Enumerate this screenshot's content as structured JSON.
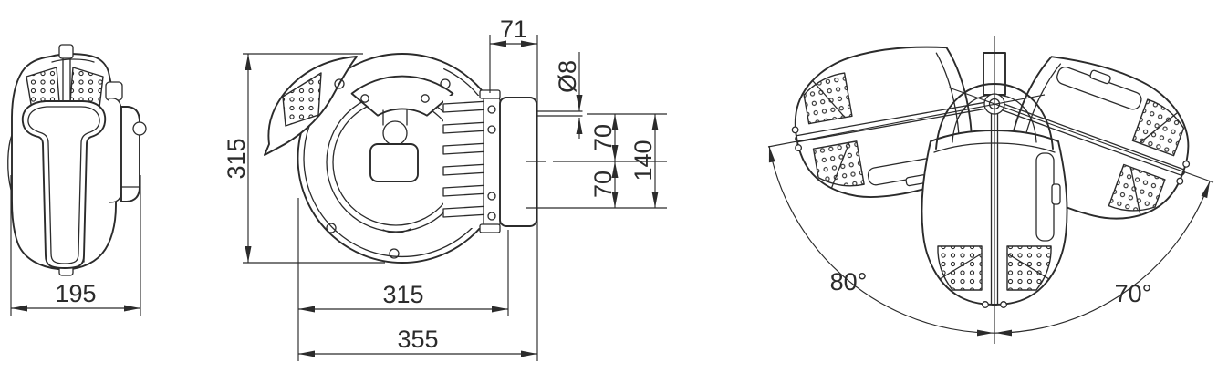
{
  "drawing": {
    "background": "#ffffff",
    "line_color": "#2b2b2b",
    "views": {
      "side_view": {
        "dim_width": "195"
      },
      "front_view": {
        "dim_height": "315",
        "dim_bracket_width": "71",
        "dim_hole_diameter": "Ø8",
        "dim_hole_offset_upper": "70",
        "dim_hole_offset_lower": "70",
        "dim_hole_span": "140",
        "dim_body_width": "315",
        "dim_overall_width": "355"
      },
      "swivel_view": {
        "dim_angle_left": "80°",
        "dim_angle_right": "70°"
      }
    }
  }
}
